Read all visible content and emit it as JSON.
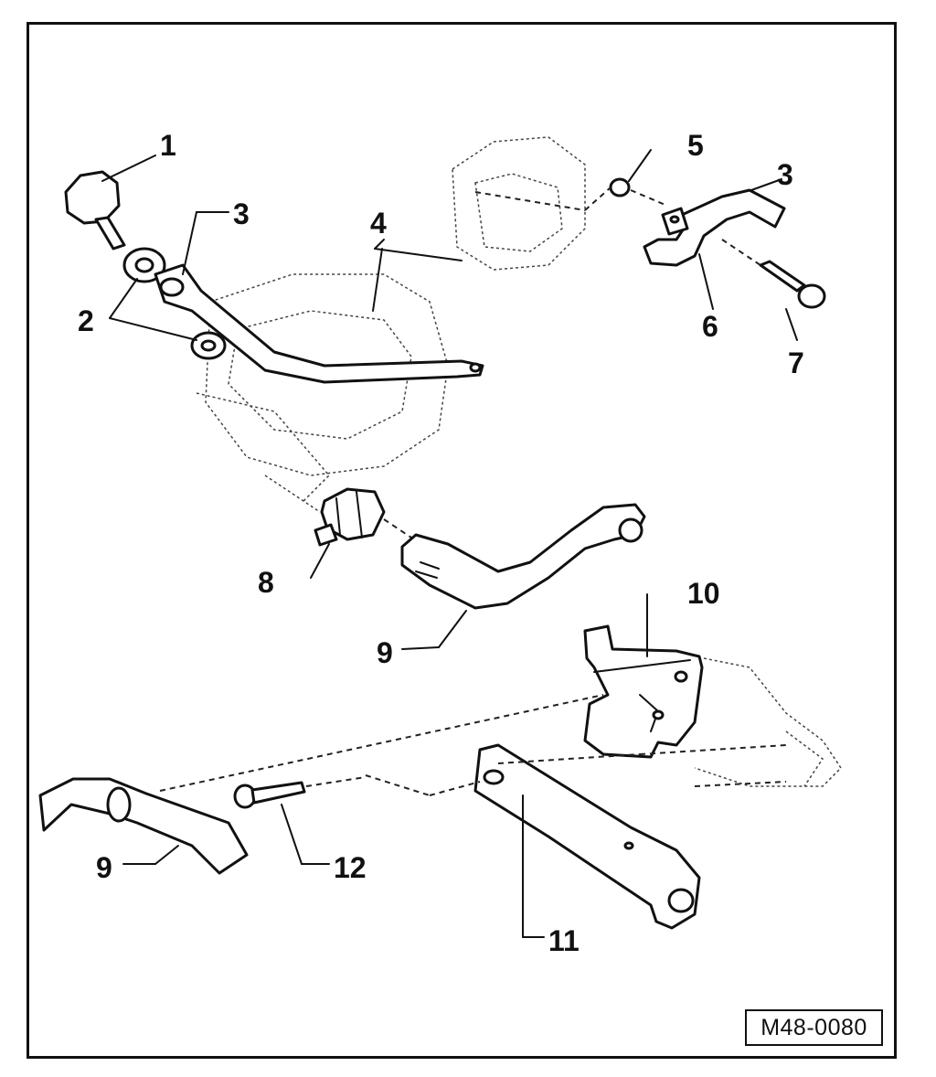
{
  "figure": {
    "drawing_code": "M48-0080",
    "callouts": [
      {
        "id": "1",
        "label": "1"
      },
      {
        "id": "2",
        "label": "2"
      },
      {
        "id": "3a",
        "label": "3"
      },
      {
        "id": "3b",
        "label": "3"
      },
      {
        "id": "4",
        "label": "4"
      },
      {
        "id": "5",
        "label": "5"
      },
      {
        "id": "6",
        "label": "6"
      },
      {
        "id": "7",
        "label": "7"
      },
      {
        "id": "8",
        "label": "8"
      },
      {
        "id": "9a",
        "label": "9"
      },
      {
        "id": "9b",
        "label": "9"
      },
      {
        "id": "10",
        "label": "10"
      },
      {
        "id": "11",
        "label": "11"
      },
      {
        "id": "12",
        "label": "12"
      }
    ]
  }
}
